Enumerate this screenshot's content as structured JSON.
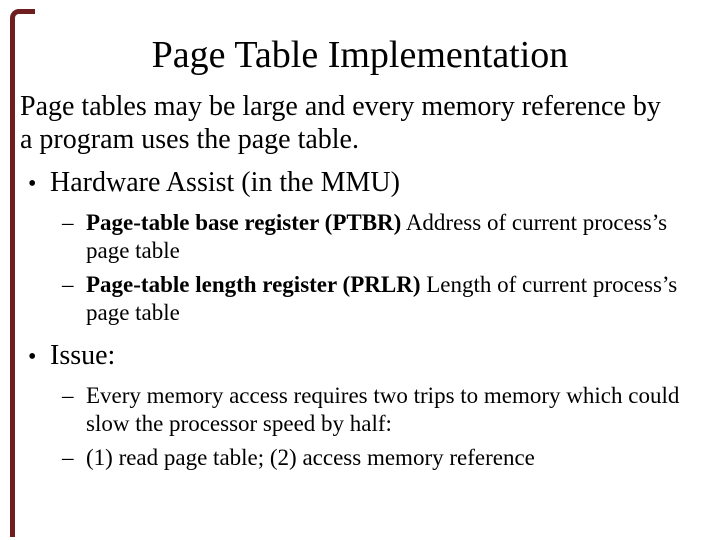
{
  "slide": {
    "title": "Page Table Implementation",
    "intro": "Page tables may be large and every memory reference by a program uses the page table.",
    "bullet_char": "•",
    "dash_char": "–",
    "bullets": [
      {
        "label": "Hardware Assist (in the MMU)",
        "subitems": [
          {
            "bold": "Page-table base register (PTBR)",
            "text": " Address of current process’s page table"
          },
          {
            "bold": "Page-table length register (PRLR)",
            "text": " Length of current process’s page table"
          }
        ]
      },
      {
        "label": "Issue:",
        "subitems": [
          {
            "bold": "",
            "text": "Every memory access requires two trips to memory  which could slow the processor speed by half:"
          },
          {
            "bold": "",
            "text": "(1) read page table; (2) access memory reference"
          }
        ]
      }
    ],
    "colors": {
      "background": "#ffffff",
      "text": "#000000",
      "frame_border": "#6e1e1e"
    }
  }
}
